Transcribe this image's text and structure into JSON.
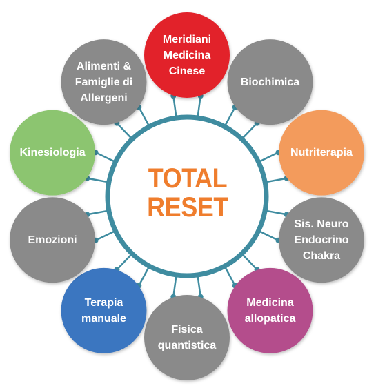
{
  "center": {
    "line1": "TOTAL",
    "line2": "RESET"
  },
  "nodes": [
    {
      "id": "meridiani",
      "label": "Meridiani\nMedicina\nCinese",
      "color": "#e2202c"
    },
    {
      "id": "biochimica",
      "label": "Biochimica",
      "color": "#8a8a8a"
    },
    {
      "id": "nutriterapia",
      "label": "Nutriterapia",
      "color": "#f39b5c"
    },
    {
      "id": "sis-neuro",
      "label": "Sis. Neuro\nEndocrino\nChakra",
      "color": "#8a8a8a"
    },
    {
      "id": "medicina-allopatica",
      "label": "Medicina\nallopatica",
      "color": "#b44e8c"
    },
    {
      "id": "fisica-quantistica",
      "label": "Fisica\nquantistica",
      "color": "#8a8a8a"
    },
    {
      "id": "terapia-manuale",
      "label": "Terapia\nmanuale",
      "color": "#3b76c0"
    },
    {
      "id": "emozioni",
      "label": "Emozioni",
      "color": "#8a8a8a"
    },
    {
      "id": "kinesiologia",
      "label": "Kinesiologia",
      "color": "#8cc56f"
    },
    {
      "id": "alimenti",
      "label": "Alimenti &\nFamiglie di\nAllergeni",
      "color": "#8a8a8a"
    }
  ],
  "colors": {
    "ring": "#3f8ca0",
    "title": "#ef7d2d"
  }
}
